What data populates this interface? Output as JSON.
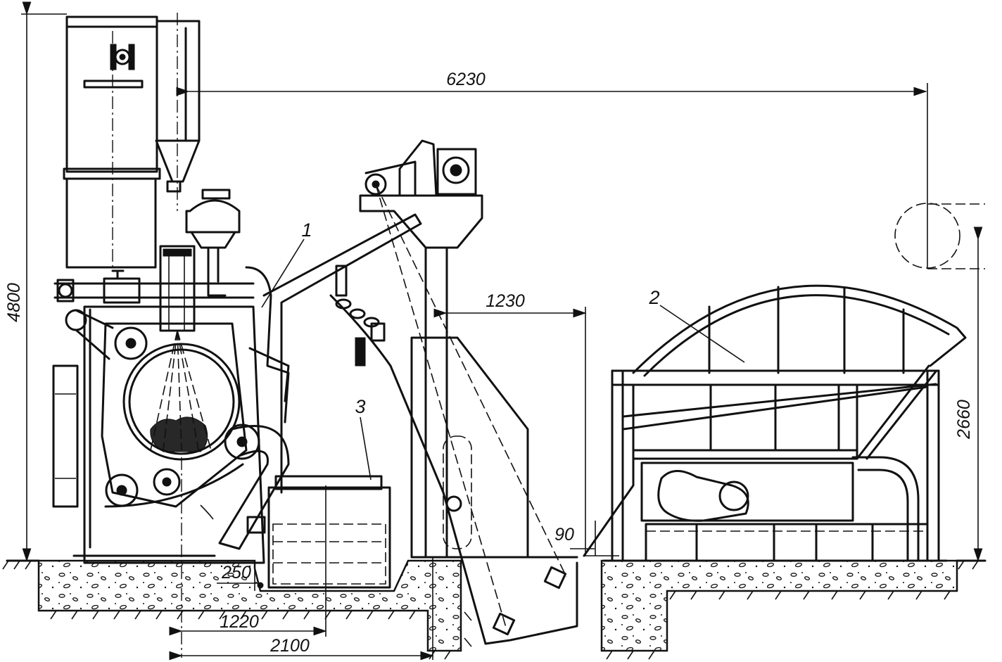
{
  "dimensions": {
    "total_height": "4800",
    "span_to_dryer": "6230",
    "elevator_offset": "1230",
    "pit_depth": "250",
    "drum_to_bin": "1220",
    "drum_to_elevator": "2100",
    "floor_step": "90",
    "dryer_height": "2660"
  },
  "callouts": {
    "c1": "1",
    "c2": "2",
    "c3": "3"
  }
}
